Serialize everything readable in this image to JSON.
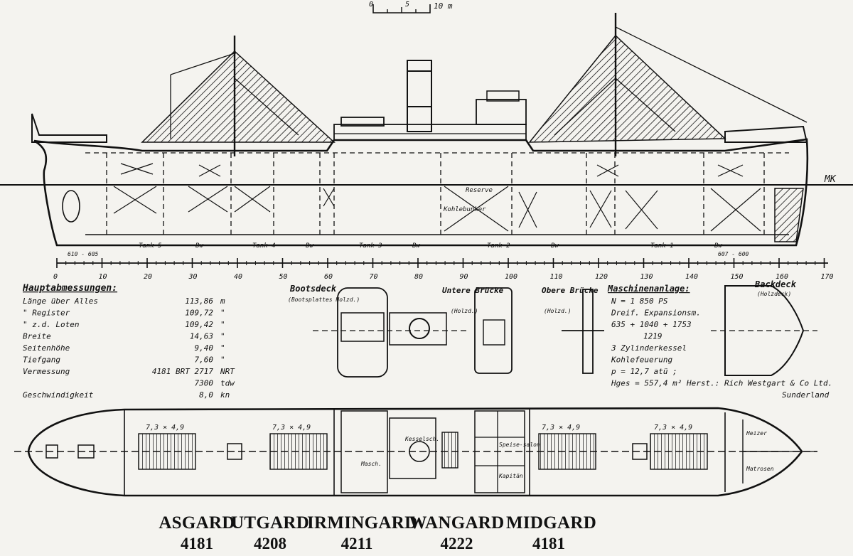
{
  "scale_bar": {
    "zero": "0",
    "five": "5",
    "ten": "10 m"
  },
  "waterline_label": "MK",
  "tanks": [
    "Tank 5",
    "Bw",
    "Tank 4",
    "Bw",
    "Tank 3",
    "Bw",
    "Tank 2",
    "Bw",
    "Tank 1",
    "Bw"
  ],
  "frame_left": "610 - 605",
  "frame_right": "607 - 600",
  "profile_labels": {
    "reserve": "Reserve",
    "kohlebunker": "Kohlebunker"
  },
  "ruler_ticks": [
    "0",
    "10",
    "20",
    "30",
    "40",
    "50",
    "60",
    "70",
    "80",
    "90",
    "100",
    "110",
    "120",
    "130",
    "140",
    "150",
    "160",
    "170"
  ],
  "dimensions": {
    "heading": "Hauptabmessungen:",
    "rows": [
      {
        "label": "Länge über Alles",
        "value": "113,86",
        "unit": "m"
      },
      {
        "label": "\" Register",
        "value": "109,72",
        "unit": "\""
      },
      {
        "label": "\" z.d. Loten",
        "value": "109,42",
        "unit": "\""
      },
      {
        "label": "Breite",
        "value": "14,63",
        "unit": "\""
      },
      {
        "label": "Seitenhöhe",
        "value": "9,40",
        "unit": "\""
      },
      {
        "label": "Tiefgang",
        "value": "7,60",
        "unit": "\""
      },
      {
        "label": "Vermessung",
        "value": "4181 BRT   2717",
        "unit": "NRT"
      },
      {
        "label": "",
        "value": "7300",
        "unit": "tdw"
      },
      {
        "label": "Geschwindigkeit",
        "value": "8,0",
        "unit": "kn"
      }
    ]
  },
  "deck_labels": {
    "bootsdeck": "Bootsdeck",
    "bootsdeck_sub": "(Bootsplattes Holzd.)",
    "untere_brucke": "Untere Brücke",
    "untere_sub": "(Holzd.)",
    "obere_brucke": "Obere Brücke",
    "obere_sub": "(Holzd.)",
    "backdeck": "Backdeck",
    "backdeck_sub": "(Holzdeck)"
  },
  "machinery": {
    "heading": "Maschinenanlage:",
    "lines": [
      "N = 1 850 PS",
      "Dreif. Expansionsm.",
      "635 + 1040 + 1753",
      "1219",
      "3 Zylinderkessel",
      "Kohlefeuerung",
      "p = 12,7 atü ;",
      "Hges = 557,4 m² Herst.: Rich Westgart & Co Ltd.",
      "Sunderland"
    ]
  },
  "hatches": [
    "7,3 × 4,9",
    "7,3 × 4,9",
    "7,3 × 4,9",
    "7,3 × 4,9"
  ],
  "plan_labels": [
    "Kesselsch.",
    "Masch.",
    "Speise-salon",
    "Kapitän",
    "Heizer",
    "Matrosen"
  ],
  "ships": [
    {
      "name": "ASGARD",
      "gt": "4181"
    },
    {
      "name": "UTGARD",
      "gt": "4208"
    },
    {
      "name": "IRMINGARD",
      "gt": "4211"
    },
    {
      "name": "WANGARD",
      "gt": "4222"
    },
    {
      "name": "MIDGARD",
      "gt": "4181"
    }
  ]
}
